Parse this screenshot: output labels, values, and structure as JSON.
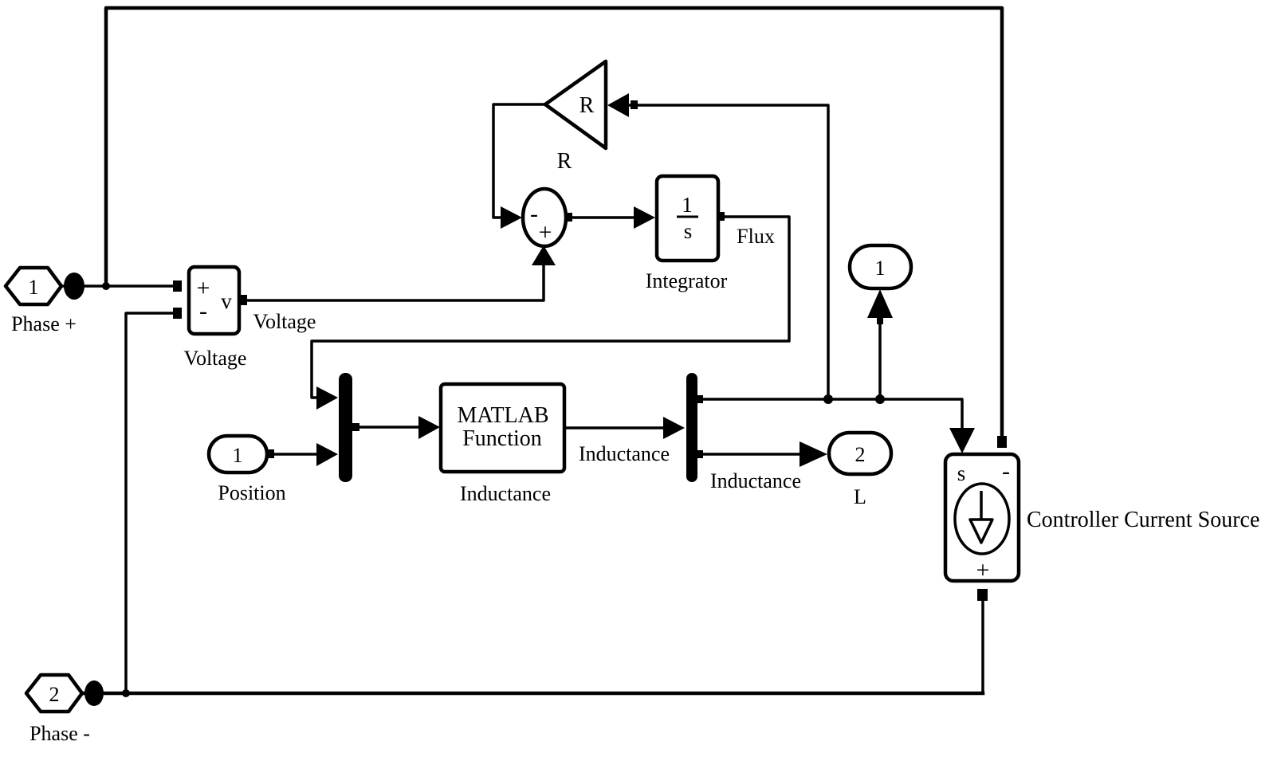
{
  "colors": {
    "line": "#000000",
    "background": "#ffffff"
  },
  "diagram": {
    "inports": {
      "phase_plus": {
        "number": "1",
        "label": "Phase +"
      },
      "phase_minus": {
        "number": "2",
        "label": "Phase -"
      },
      "position": {
        "number": "1",
        "label": "Position"
      }
    },
    "outports": {
      "out1": {
        "number": "1"
      },
      "l": {
        "number": "2",
        "label": "L"
      }
    },
    "blocks": {
      "voltage_sensor": {
        "plus": "+",
        "minus": "-",
        "v": "v",
        "label": "Voltage"
      },
      "gain": {
        "value": "R",
        "label": "R"
      },
      "sum": {
        "minus": "-",
        "plus": "+"
      },
      "integrator": {
        "numerator": "1",
        "denominator": "s",
        "label": "Integrator"
      },
      "matlab_function": {
        "line1": "MATLAB",
        "line2": "Function",
        "label": "Inductance"
      },
      "demux": {
        "label": "Inductance"
      },
      "current_source": {
        "s": "s",
        "minus": "-",
        "plus": "+",
        "label": "Controller Current Source"
      }
    },
    "signals": {
      "voltage": "Voltage",
      "flux": "Flux",
      "inductance": "Inductance"
    }
  }
}
